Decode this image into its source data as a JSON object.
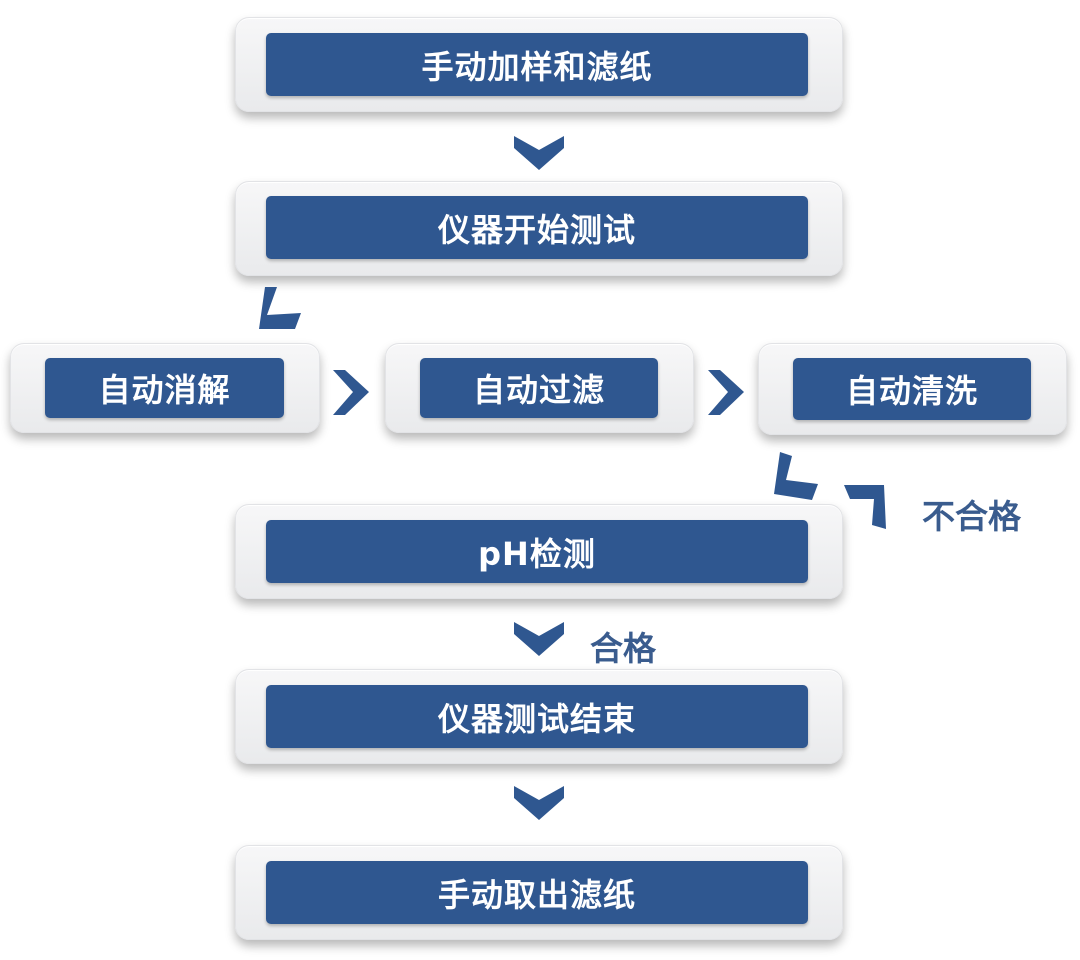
{
  "flow": {
    "steps": [
      {
        "id": "manual-load",
        "label": "手动加样和滤纸"
      },
      {
        "id": "start-test",
        "label": "仪器开始测试"
      },
      {
        "id": "auto-digest",
        "label": "自动消解"
      },
      {
        "id": "auto-filter",
        "label": "自动过滤"
      },
      {
        "id": "auto-clean",
        "label": "自动清洗"
      },
      {
        "id": "ph-check",
        "label": "pH检测"
      },
      {
        "id": "end-test",
        "label": "仪器测试结束"
      },
      {
        "id": "manual-remove",
        "label": "手动取出滤纸"
      }
    ],
    "conditions": {
      "pass": "合格",
      "fail": "不合格"
    }
  },
  "colors": {
    "accent": "#2f5790",
    "card": "#eeeff1",
    "text_on_accent": "#ffffff",
    "label": "#3a5c8e"
  }
}
